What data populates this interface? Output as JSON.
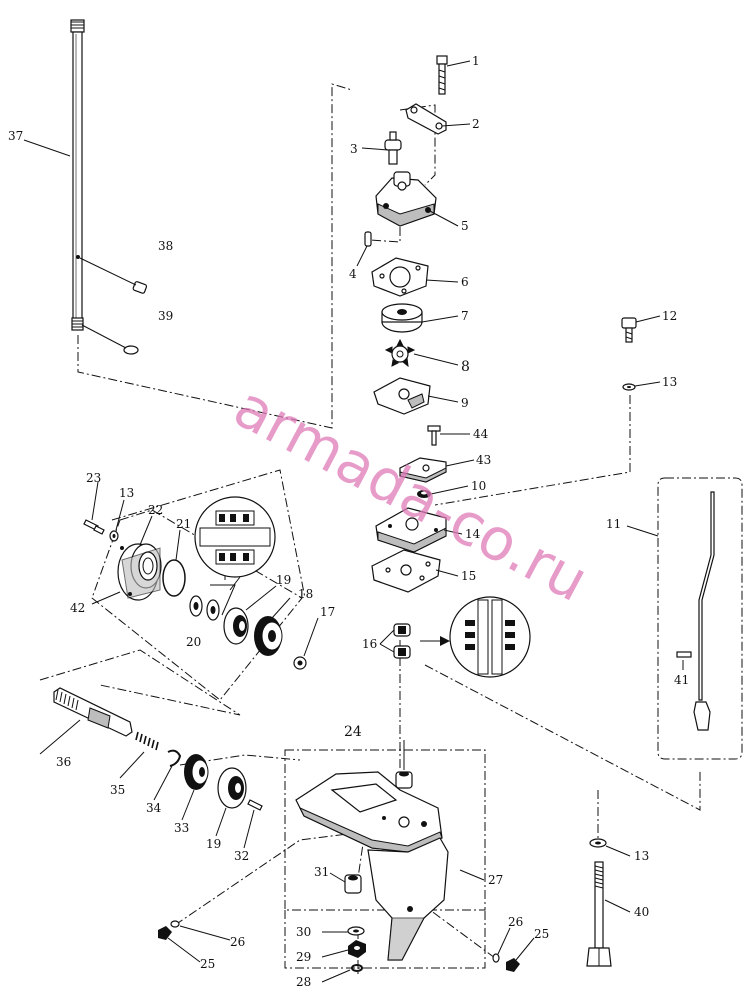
{
  "watermark": "armada-co.ru",
  "colors": {
    "watermark": "#e07ab8",
    "line": "#111111"
  },
  "callouts": {
    "p1": "1",
    "p2": "2",
    "p3": "3",
    "p4": "4",
    "p5": "5",
    "p6": "6",
    "p7": "7",
    "p8": "8",
    "p9": "9",
    "p10": "10",
    "p11": "11",
    "p12": "12",
    "p13a": "13",
    "p13b": "13",
    "p13c": "13",
    "p14": "14",
    "p15": "15",
    "p16": "16",
    "p17": "17",
    "p18": "18",
    "p19a": "19",
    "p19b": "19",
    "p20": "20",
    "p21": "21",
    "p22": "22",
    "p23": "23",
    "p24": "24",
    "p25a": "25",
    "p25b": "25",
    "p26a": "26",
    "p26b": "26",
    "p27": "27",
    "p28": "28",
    "p29": "29",
    "p30": "30",
    "p31": "31",
    "p32": "32",
    "p33": "33",
    "p34": "34",
    "p35": "35",
    "p36": "36",
    "p37": "37",
    "p38": "38",
    "p39": "39",
    "p40": "40",
    "p41": "41",
    "p42": "42",
    "p43": "43",
    "p44": "44"
  }
}
